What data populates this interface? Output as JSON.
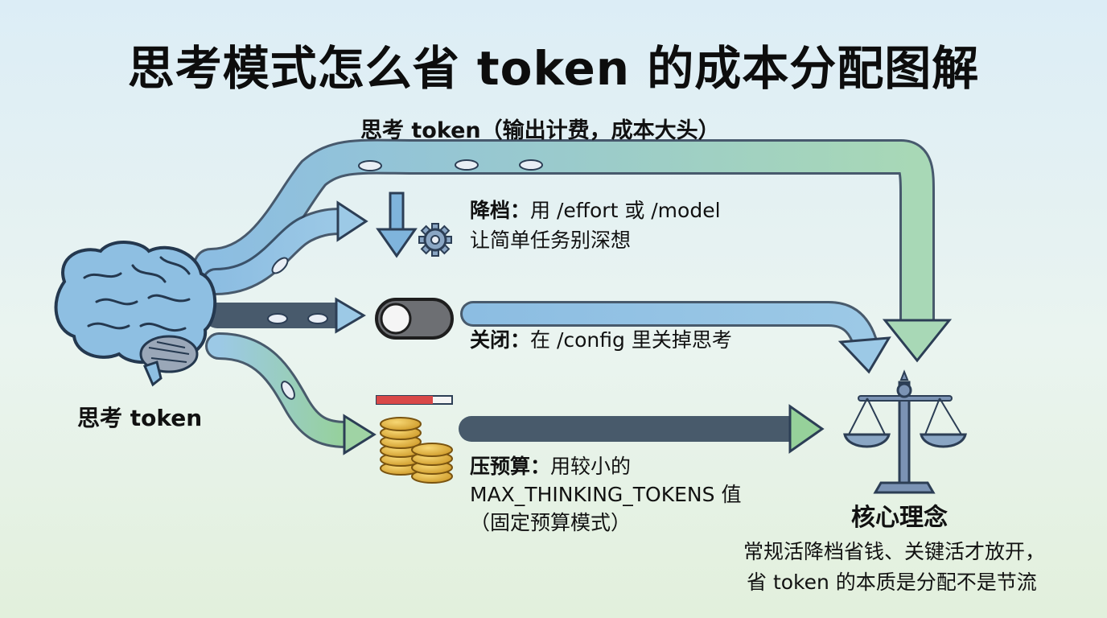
{
  "title": "思考模式怎么省 token 的成本分配图解",
  "top_caption": "思考 token（输出计费，成本大头）",
  "brain_label": "思考 token",
  "options": {
    "downshift": {
      "label": "降档：",
      "line1_rest": "用 /effort 或 /model",
      "line2": "让简单任务别深想"
    },
    "turn_off": {
      "label": "关闭：",
      "line1_rest": "在 /config 里关掉思考"
    },
    "budget": {
      "label": "压预算：",
      "line1_rest": "用较小的",
      "line2": "MAX_THINKING_TOKENS 值",
      "line3": "（固定预算模式）"
    }
  },
  "core": {
    "title": "核心理念",
    "line1": "常规活降档省钱、关键活才放开，",
    "line2": "省 token 的本质是分配不是节流"
  },
  "icons": [
    "brain-icon",
    "down-arrow-icon",
    "gear-icon",
    "toggle-switch-icon",
    "budget-meter-icon",
    "coin-stack-icon",
    "balance-scale-icon"
  ],
  "colors": {
    "arrow_blue": "#7fb4dc",
    "arrow_green": "#9fd3a4",
    "outline": "#2c3e55",
    "meter_red": "#d94848"
  }
}
